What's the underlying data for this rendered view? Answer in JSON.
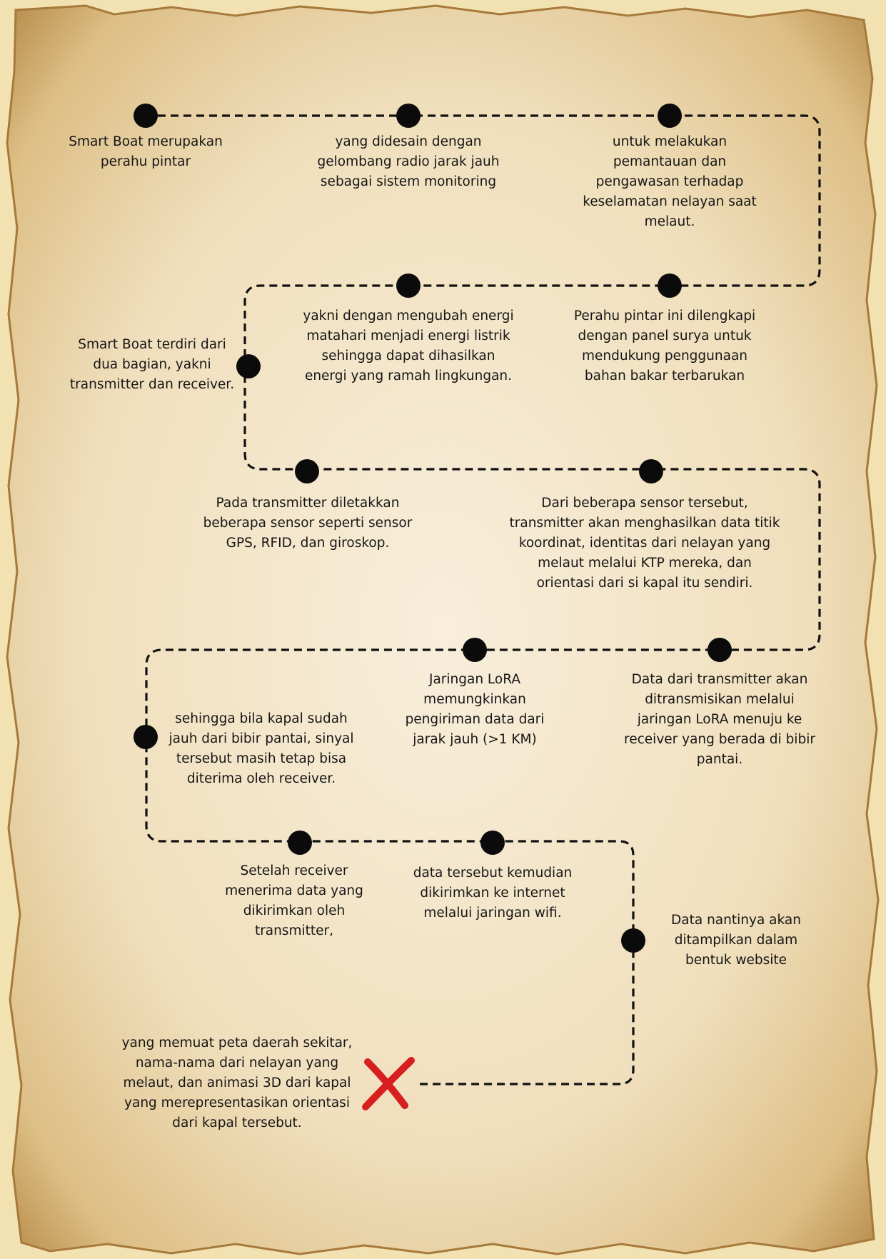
{
  "steps": [
    {
      "text": "Smart Boat merupakan\nperahu pintar"
    },
    {
      "text": "yang didesain dengan\ngelombang radio jarak jauh\nsebagai sistem monitoring"
    },
    {
      "text": "untuk melakukan\npemantauan dan\npengawasan terhadap\nkeselamatan nelayan saat\nmelaut."
    },
    {
      "text": "Perahu pintar ini dilengkapi\ndengan panel surya untuk\nmendukung penggunaan\nbahan bakar terbarukan"
    },
    {
      "text": "yakni dengan mengubah energi\nmatahari menjadi energi listrik\nsehingga dapat dihasilkan\nenergi yang ramah lingkungan."
    },
    {
      "text": "Smart Boat terdiri dari\ndua bagian, yakni\ntransmitter dan receiver."
    },
    {
      "text": "Pada transmitter diletakkan\nbeberapa sensor seperti sensor\nGPS, RFID, dan giroskop."
    },
    {
      "text": "Dari beberapa sensor tersebut,\ntransmitter akan menghasilkan data titik\nkoordinat, identitas dari nelayan yang\nmelaut melalui KTP mereka, dan\norientasi dari si kapal itu sendiri."
    },
    {
      "text": "Data dari transmitter akan\nditransmisikan melalui\njaringan LoRA menuju ke\nreceiver yang berada di bibir\npantai."
    },
    {
      "text": "Jaringan LoRA\nmemungkinkan\npengiriman data dari\njarak jauh (>1 KM)"
    },
    {
      "text": "sehingga bila kapal sudah\njauh dari bibir pantai, sinyal\ntersebut masih tetap bisa\nditerima oleh receiver."
    },
    {
      "text": "Setelah receiver\nmenerima data yang\ndikirimkan oleh\ntransmitter,"
    },
    {
      "text": "data tersebut kemudian\ndikirimkan ke internet\nmelalui jaringan wifi."
    },
    {
      "text": "Data nantinya akan\nditampilkan dalam\nbentuk website"
    },
    {
      "text": "yang memuat peta daerah sekitar,\nnama-nama dari nelayan yang\nmelaut, dan animasi 3D dari kapal\nyang merepresentasikan orientasi\ndari kapal tersebut."
    }
  ],
  "colors": {
    "paper": "#f5e8cc",
    "paper_edge": "#c9a66a",
    "background": "#f2e2b2",
    "path": "#111111",
    "dot": "#0b0b0b",
    "end_mark": "#d81f1f",
    "text": "#161616"
  },
  "end_marker_icon": "x-mark-icon"
}
